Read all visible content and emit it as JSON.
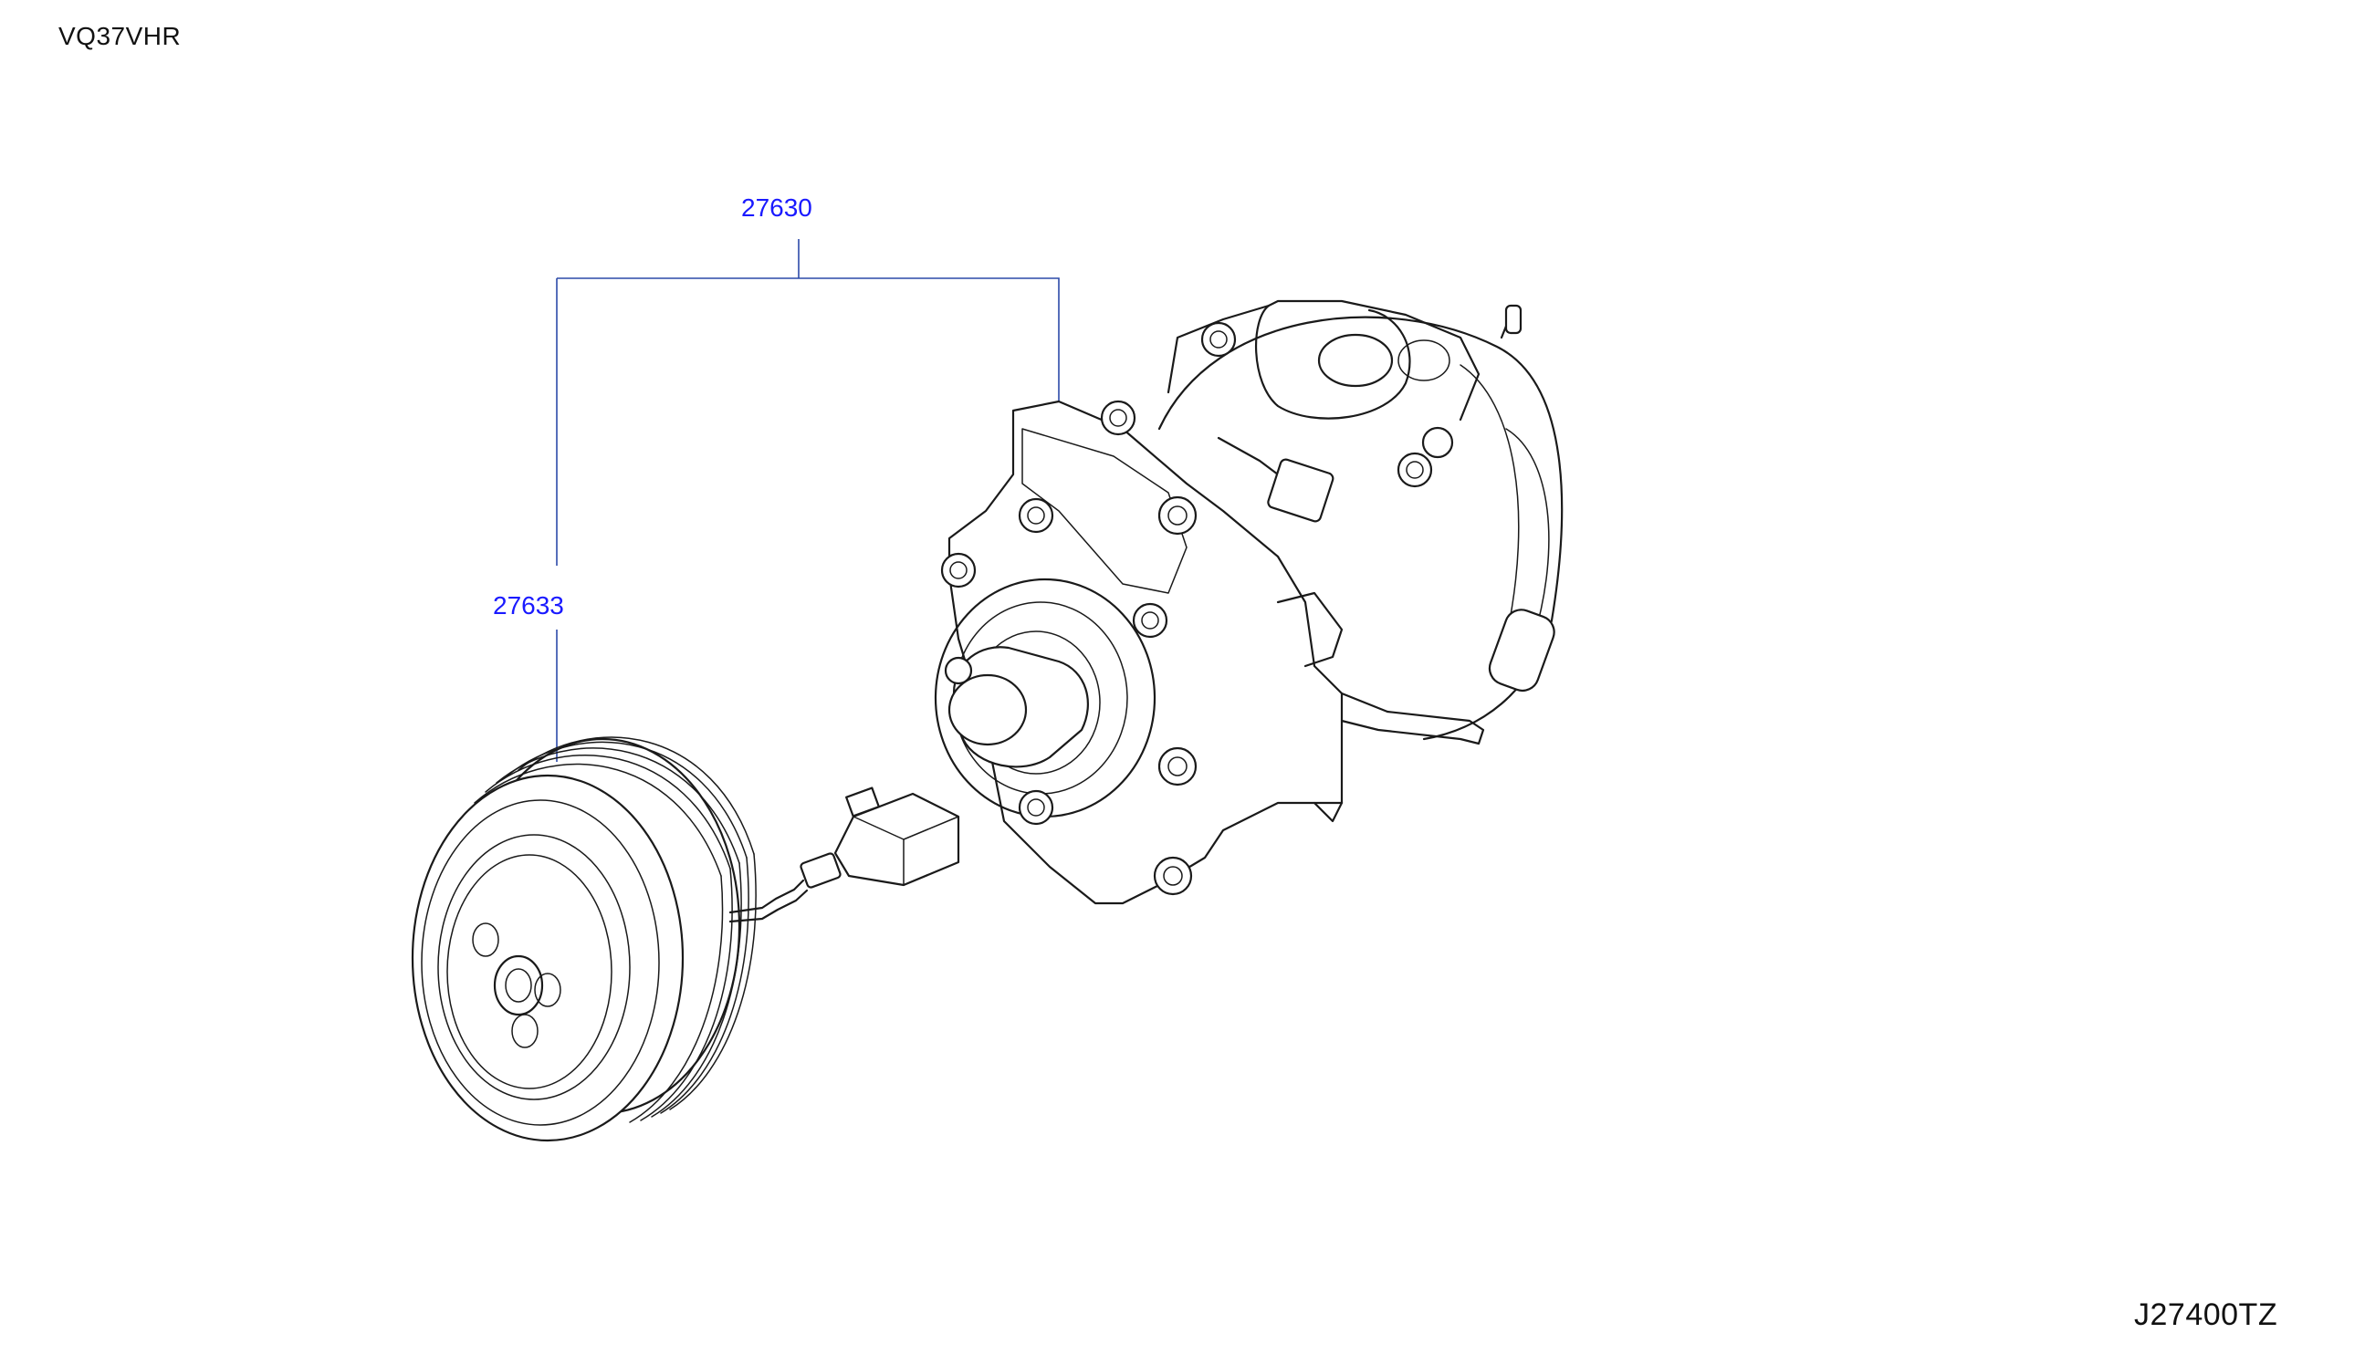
{
  "header": {
    "engine_code": "VQ37VHR"
  },
  "footer": {
    "diagram_code": "J27400TZ"
  },
  "callouts": [
    {
      "id": "compressor",
      "part_number": "27630"
    },
    {
      "id": "clutch",
      "part_number": "27633"
    }
  ]
}
